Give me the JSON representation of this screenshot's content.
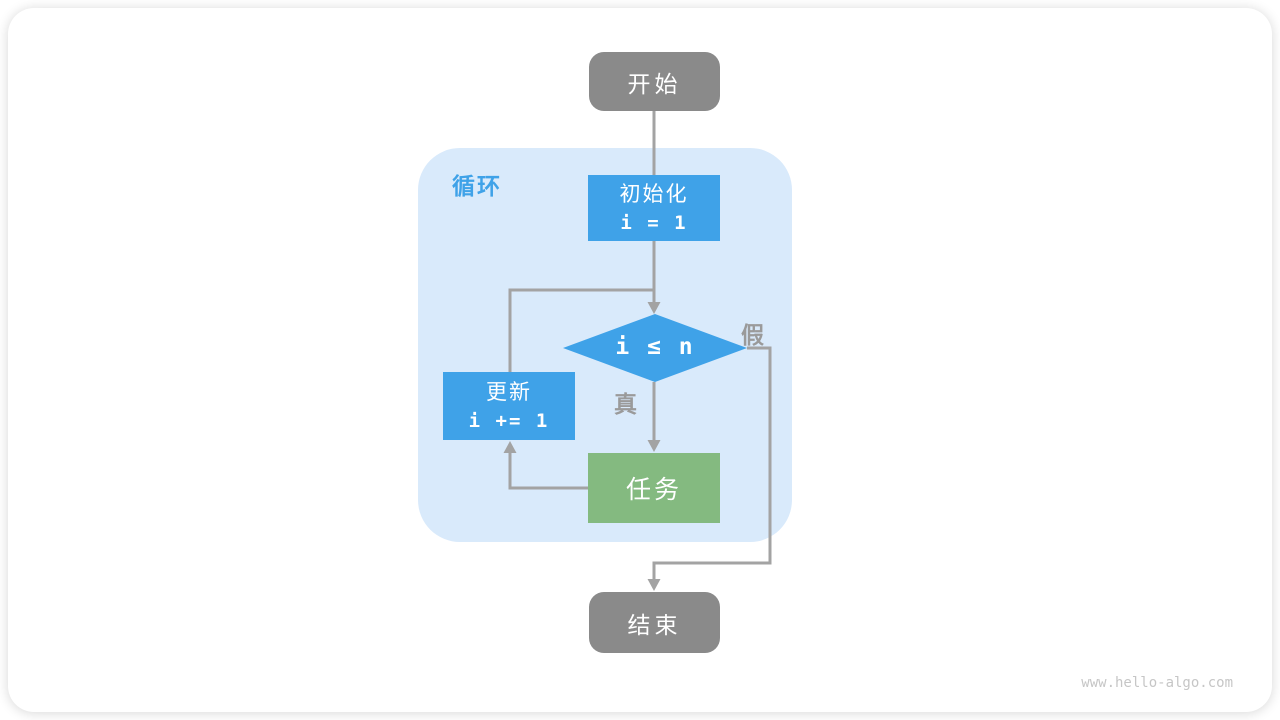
{
  "diagram": {
    "loop_label": "循环",
    "nodes": {
      "start": {
        "label": "开始"
      },
      "init": {
        "line1": "初始化",
        "line2": "i = 1"
      },
      "cond": {
        "label": "i ≤ n"
      },
      "update": {
        "line1": "更新",
        "line2": "i += 1"
      },
      "task": {
        "label": "任务"
      },
      "end": {
        "label": "结束"
      }
    },
    "edge_labels": {
      "true": "真",
      "false": "假"
    },
    "colors": {
      "node_gray": "#8a8a8a",
      "node_blue": "#3fa2e8",
      "node_green": "#84ba80",
      "loop_bg": "#d9eafb",
      "line": "#a3a3a3",
      "label_gray": "#9a9a9a",
      "watermark": "#c6c6c6"
    },
    "watermark": "www.hello-algo.com"
  }
}
